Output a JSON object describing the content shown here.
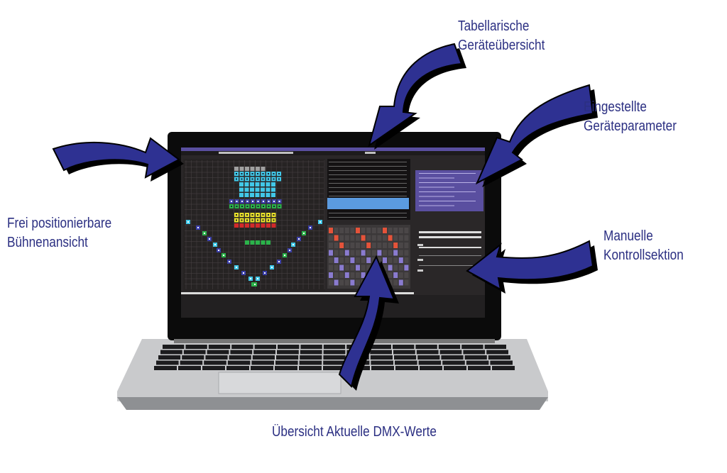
{
  "annotations": {
    "table_overview": {
      "line1": "Tabellarische",
      "line2": "Geräteübersicht"
    },
    "device_params": {
      "line1": "Eingestellte",
      "line2": "Geräteparameter"
    },
    "stage_view": {
      "line1": "Frei positionierbare",
      "line2": "Bühnenansicht"
    },
    "manual_control": {
      "line1": "Manuelle",
      "line2": "Kontrollsektion"
    },
    "dmx_values": {
      "line1": "Übersicht Aktuelle DMX-Werte"
    }
  },
  "colors": {
    "annotation_text": "#2b2f82",
    "arrow_fill": "#2e3192",
    "app_background": "#2a2728",
    "app_accent": "#5a4fa0",
    "highlight_row": "#5b9be0"
  }
}
